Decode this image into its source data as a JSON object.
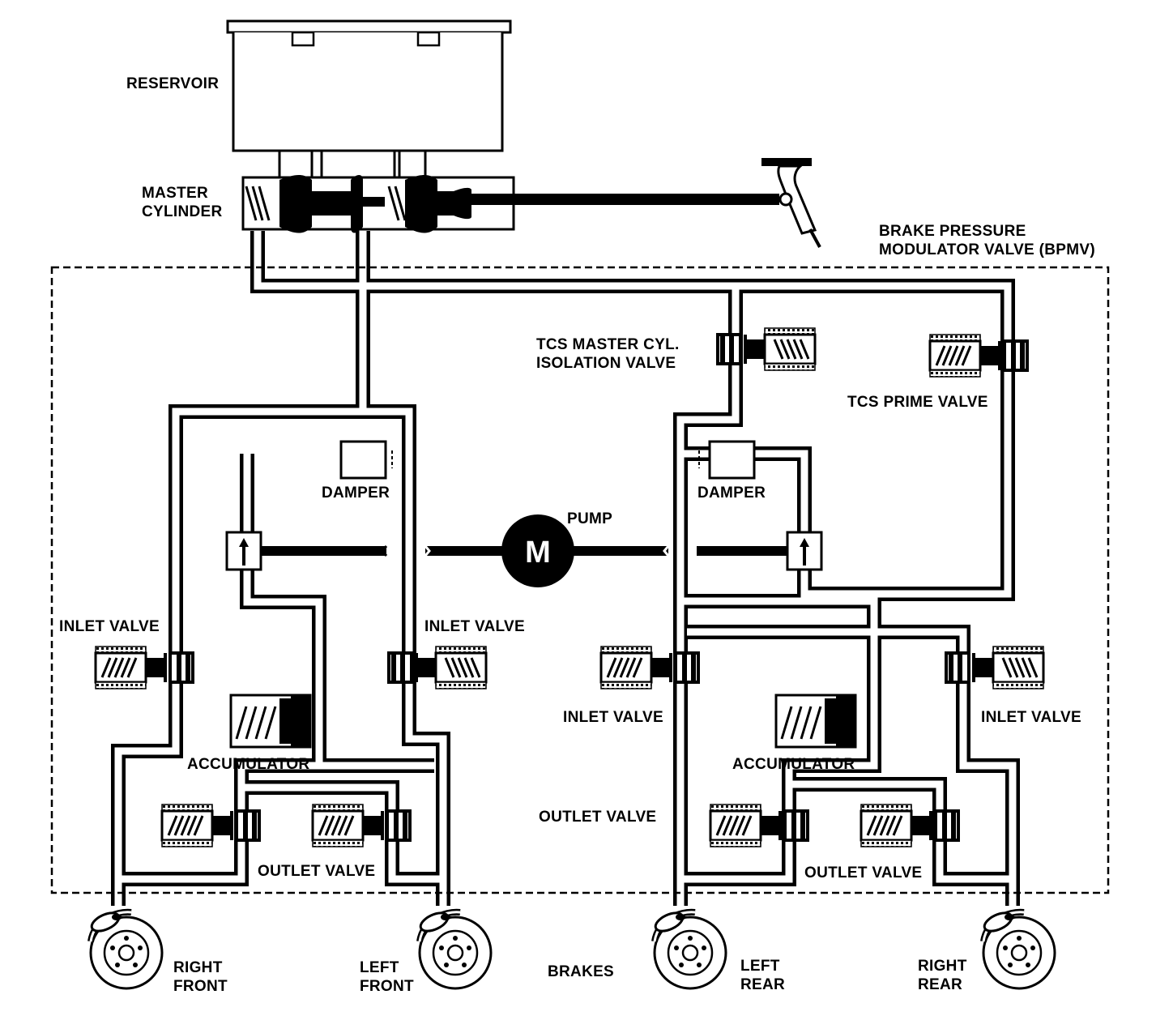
{
  "labels": {
    "reservoir": "RESERVOIR",
    "master_cylinder_1": "MASTER",
    "master_cylinder_2": "CYLINDER",
    "bpmv_1": "BRAKE PRESSURE",
    "bpmv_2": "MODULATOR VALVE (BPMV)",
    "tcs_iso_1": "TCS MASTER CYL.",
    "tcs_iso_2": "ISOLATION VALVE",
    "tcs_prime": "TCS PRIME VALVE",
    "damper_left": "DAMPER",
    "damper_right": "DAMPER",
    "pump": "PUMP",
    "motor": "M",
    "inlet_left_outer": "INLET VALVE",
    "inlet_left_inner": "INLET VALVE",
    "inlet_right_inner": "INLET VALVE",
    "inlet_right_outer": "INLET VALVE",
    "accumulator_left": "ACCUMULATOR",
    "accumulator_right": "ACCUMULATOR",
    "outlet_left": "OUTLET VALVE",
    "outlet_middle": "OUTLET VALVE",
    "outlet_right": "OUTLET VALVE",
    "brakes": "BRAKES",
    "right_front_1": "RIGHT",
    "right_front_2": "FRONT",
    "left_front_1": "LEFT",
    "left_front_2": "FRONT",
    "left_rear_1": "LEFT",
    "left_rear_2": "REAR",
    "right_rear_1": "RIGHT",
    "right_rear_2": "REAR"
  },
  "colors": {
    "line": "#000000",
    "background": "#ffffff"
  }
}
